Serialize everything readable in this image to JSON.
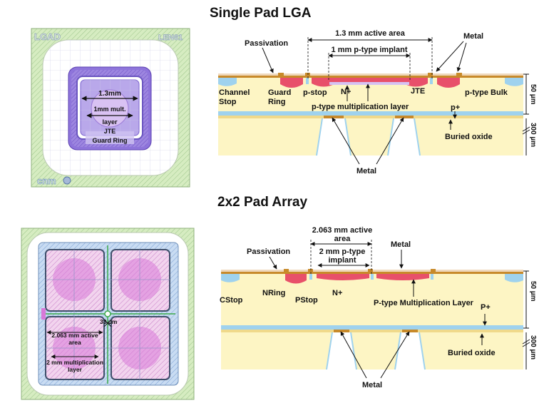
{
  "titles": {
    "single": "Single Pad LGA",
    "array": "2x2 Pad Array"
  },
  "single_layout": {
    "logo_text": "LGAD",
    "code_text": "LEN61",
    "cnm_text": "cnm",
    "dim_label": "1.3mm",
    "mult_label_1": "1mm mult.",
    "mult_label_2": "layer",
    "jte_label": "JTE",
    "guard_label": "Guard Ring"
  },
  "single_cross": {
    "active_area": "1.3 mm active area",
    "implant": "1 mm p-type implant",
    "passivation": "Passivation",
    "metal_top": "Metal",
    "channel_stop_1": "Channel",
    "channel_stop_2": "Stop",
    "guard_ring_1": "Guard",
    "guard_ring_2": "Ring",
    "pstop": "p-stop",
    "nplus": "N+",
    "jte": "JTE",
    "mult_layer": "p-type multiplication layer",
    "bulk": "p-type Bulk",
    "pplus": "p+",
    "buried_oxide": "Buried oxide",
    "metal_bottom": "Metal",
    "thick_top": "50 µm",
    "thick_bottom": "300 µm"
  },
  "array_layout": {
    "gap_label": "33 µm",
    "active_1": "2.063 mm active",
    "active_2": "area",
    "mult_1": "2 mm multiplication",
    "mult_2": "layer"
  },
  "array_cross": {
    "active_1": "2.063 mm active",
    "active_2": "area",
    "implant_1": "2 mm p-type",
    "implant_2": "implant",
    "passivation": "Passivation",
    "metal_top": "Metal",
    "cstop": "CStop",
    "nring": "NRing",
    "pstop": "PStop",
    "nplus": "N+",
    "mult_layer": "P-type Multiplication Layer",
    "pplus": "P+",
    "buried_oxide": "Buried oxide",
    "metal_bottom": "Metal",
    "thick_top": "50 µm",
    "thick_bottom": "300 µm"
  },
  "colors": {
    "silicon": "#fdf5c4",
    "metal": "#c88a2a",
    "oxide": "#9fd2ee",
    "implant": "#e8506a",
    "pad_purple": "#8a6fd6",
    "array_pink": "#d878d8",
    "layout_green": "#cfe6b6"
  }
}
